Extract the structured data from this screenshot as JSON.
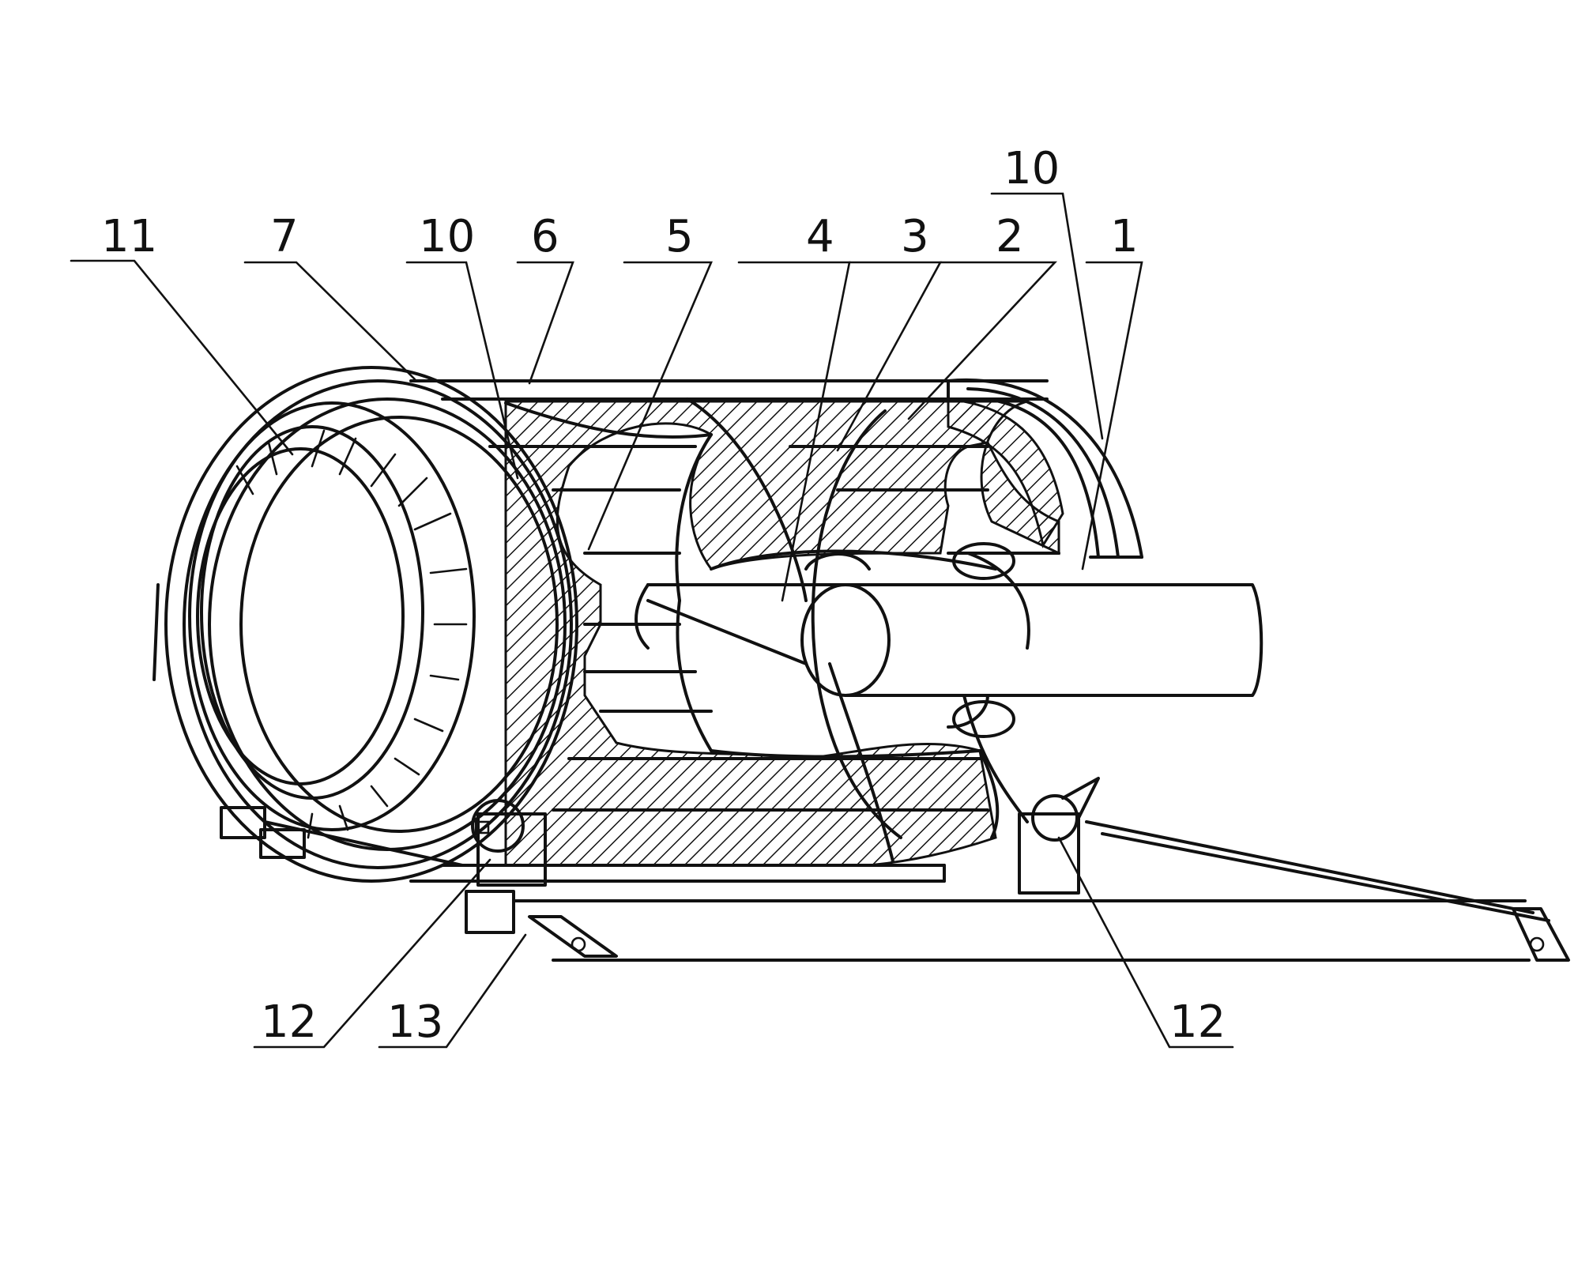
{
  "diagram": {
    "labels": {
      "l11": "11",
      "l7": "7",
      "l10a": "10",
      "l6": "6",
      "l5": "5",
      "l4": "4",
      "l3": "3",
      "l2": "2",
      "l1": "1",
      "l10b": "10",
      "l12a": "12",
      "l13": "13",
      "l12b": "12"
    }
  }
}
